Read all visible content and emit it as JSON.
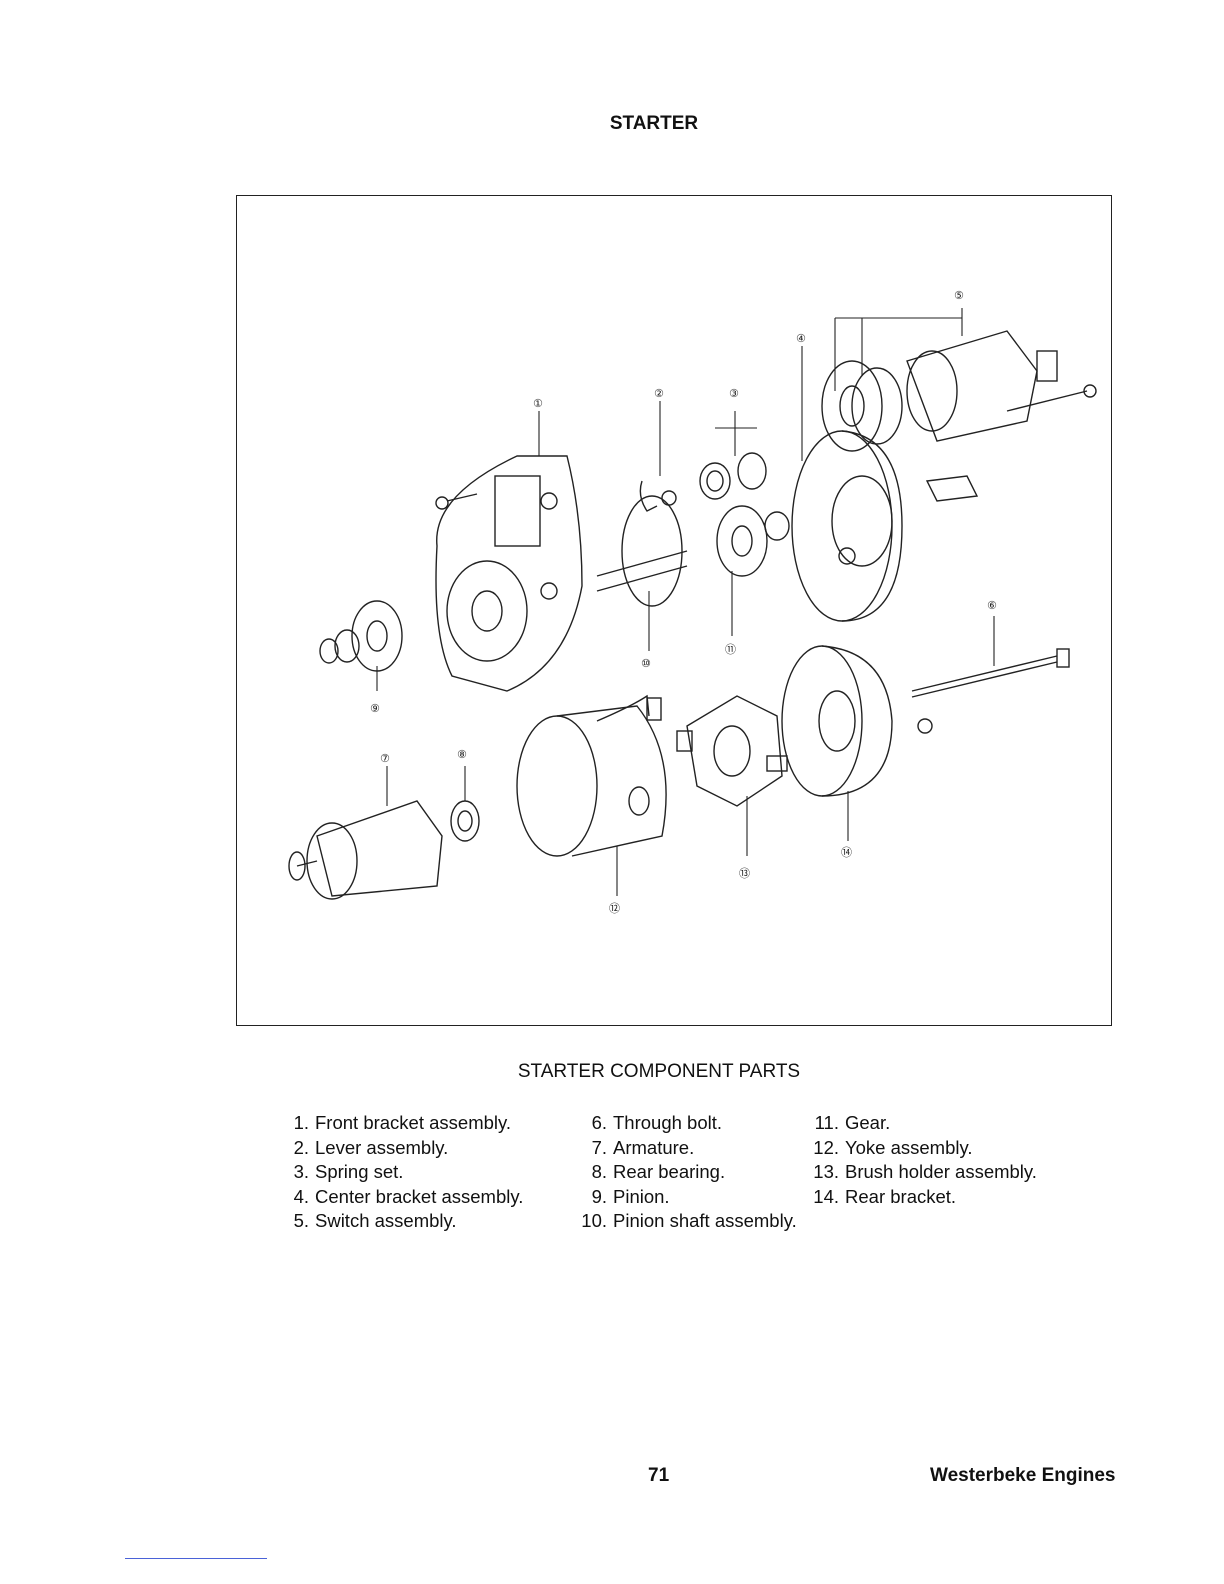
{
  "page": {
    "title": "STARTER",
    "caption": "STARTER COMPONENT PARTS",
    "page_number": "71",
    "brand": "Westerbeke Engines"
  },
  "figure": {
    "callouts": [
      "①",
      "②",
      "③",
      "④",
      "⑤",
      "⑥",
      "⑦",
      "⑧",
      "⑨",
      "⑩",
      "⑪",
      "⑫",
      "⑬",
      "⑭"
    ]
  },
  "legend": {
    "col1": [
      {
        "num": "1.",
        "text": "Front bracket assembly."
      },
      {
        "num": "2.",
        "text": "Lever assembly."
      },
      {
        "num": "3.",
        "text": "Spring set."
      },
      {
        "num": "4.",
        "text": "Center bracket assembly."
      },
      {
        "num": "5.",
        "text": "Switch assembly."
      }
    ],
    "col2": [
      {
        "num": "6.",
        "text": "Through bolt."
      },
      {
        "num": "7.",
        "text": "Armature."
      },
      {
        "num": "8.",
        "text": "Rear bearing."
      },
      {
        "num": "9.",
        "text": "Pinion."
      },
      {
        "num": "10.",
        "text": "Pinion shaft assembly."
      }
    ],
    "col3": [
      {
        "num": "11.",
        "text": "Gear."
      },
      {
        "num": "12.",
        "text": "Yoke assembly."
      },
      {
        "num": "13.",
        "text": "Brush holder assembly."
      },
      {
        "num": "14.",
        "text": "Rear bracket."
      }
    ]
  }
}
